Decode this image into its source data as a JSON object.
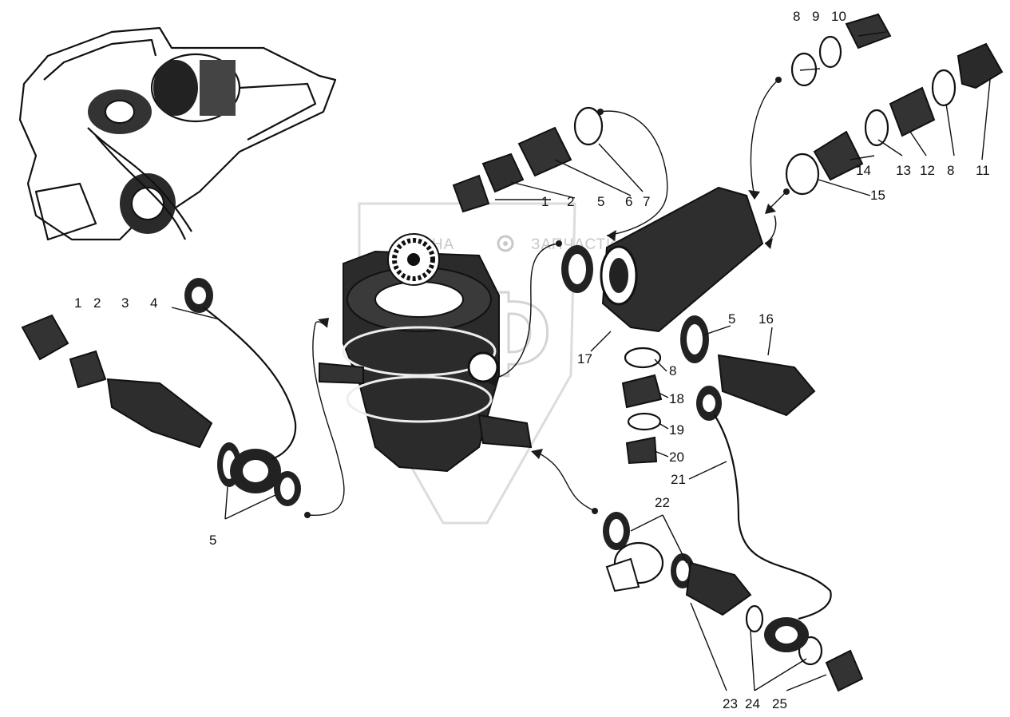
{
  "watermark": {
    "text_left": "ЕЛЕНА",
    "text_right": "ЗАПЧАСТИ",
    "monogram": "ПФ",
    "icon": "gear-icon"
  },
  "labels": {
    "top_row": [
      "8",
      "9",
      "10"
    ],
    "right_row": [
      "14",
      "13",
      "12",
      "8",
      "11"
    ],
    "right_15": "15",
    "mid_row": [
      "1",
      "2",
      "5",
      "6",
      "7"
    ],
    "left_row": [
      "1",
      "2",
      "3",
      "4"
    ],
    "left_5": "5",
    "center_17": "17",
    "center_8": "8",
    "mid_5": "5",
    "mid_16": "16",
    "col": [
      "18",
      "19",
      "20"
    ],
    "l21": "21",
    "l22": "22",
    "bottom_row": [
      "23",
      "24",
      "25"
    ]
  },
  "colors": {
    "ink": "#111111",
    "watermark": "#c8c8c8",
    "background": "#ffffff"
  }
}
